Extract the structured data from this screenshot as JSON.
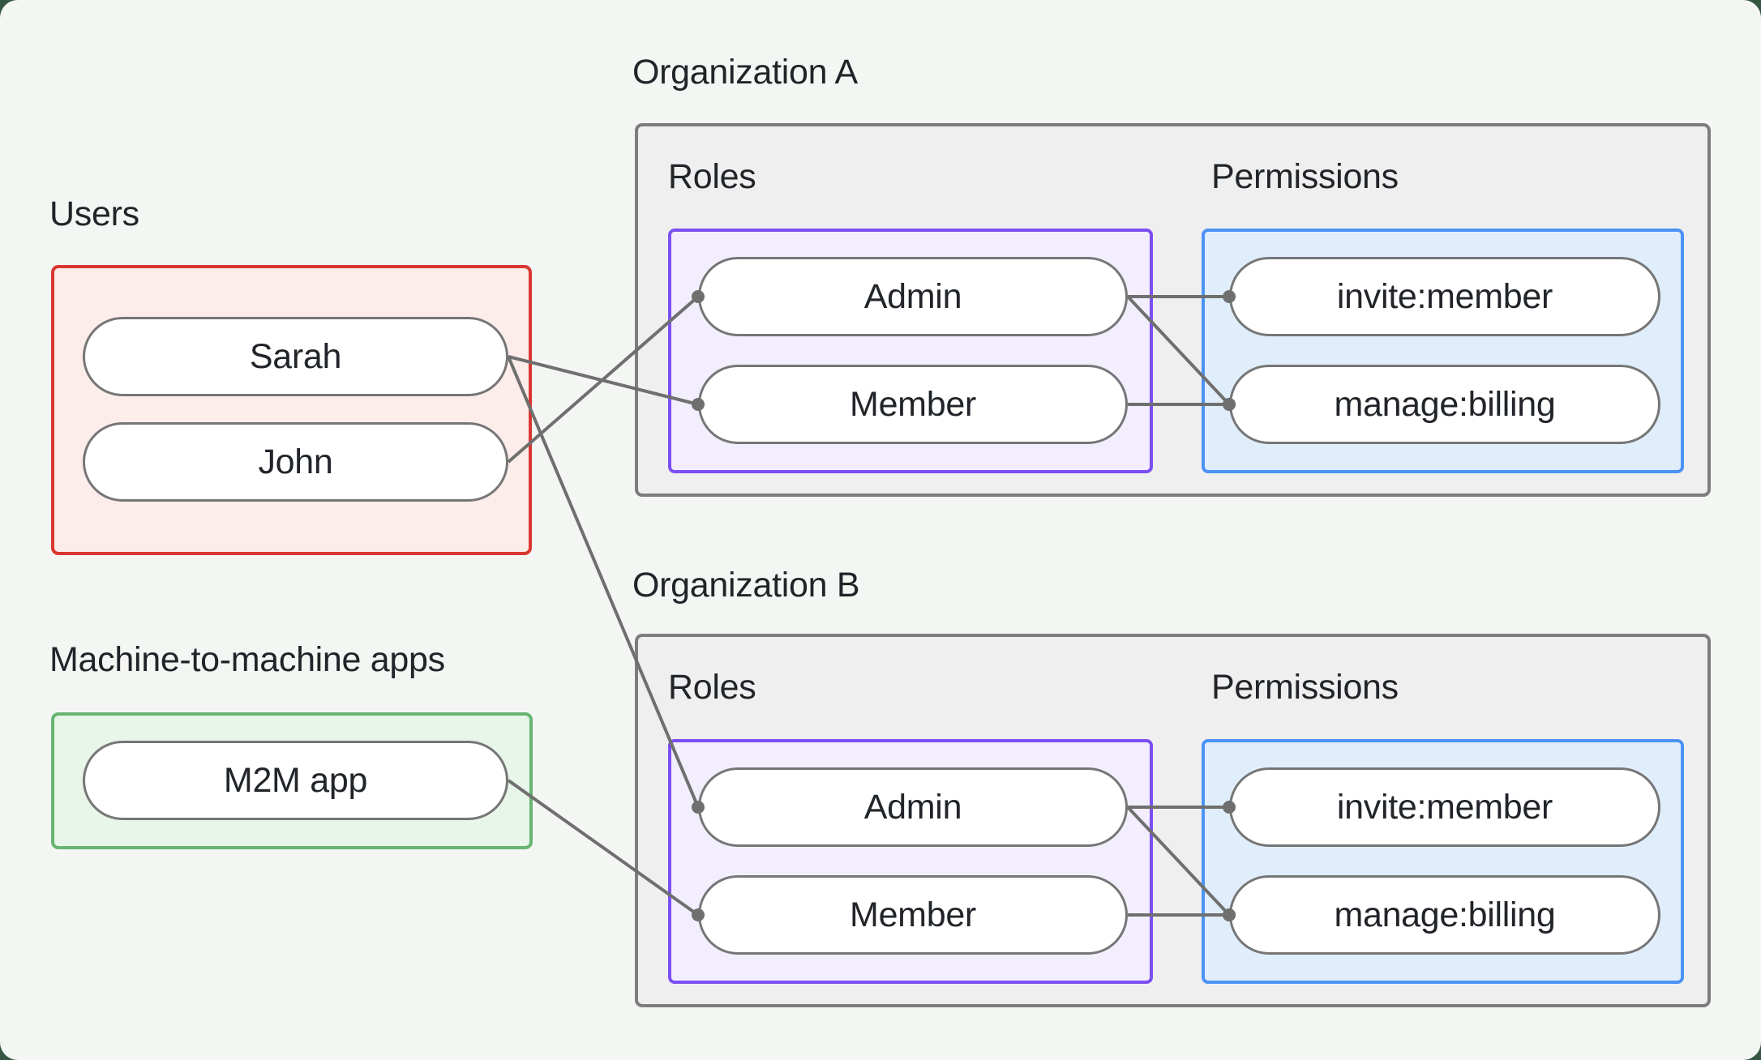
{
  "colors": {
    "page_background": "#355641",
    "canvas_background": "#f4f6f4",
    "users_border": "#d93831",
    "users_fill": "#fcecea",
    "m2m_border": "#67b572",
    "m2m_fill": "#e8f5e9",
    "org_border": "#7d7d7d",
    "org_fill": "#efefef",
    "roles_border": "#7c4ff2",
    "roles_fill": "#f3eefd",
    "permissions_border": "#4b93f5",
    "permissions_fill": "#e0eefb",
    "node_border": "#767676",
    "node_fill": "#ffffff",
    "edge": "#6f6f6f",
    "text": "#212529"
  },
  "groups": {
    "users": {
      "label": "Users",
      "items": [
        {
          "id": "sarah",
          "label": "Sarah"
        },
        {
          "id": "john",
          "label": "John"
        }
      ]
    },
    "m2m": {
      "label": "Machine-to-machine apps",
      "items": [
        {
          "id": "m2m-app",
          "label": "M2M app"
        }
      ]
    }
  },
  "organizations": [
    {
      "id": "orgA",
      "label": "Organization A",
      "roles_label": "Roles",
      "permissions_label": "Permissions",
      "roles": [
        {
          "id": "orgA-admin",
          "label": "Admin"
        },
        {
          "id": "orgA-member",
          "label": "Member"
        }
      ],
      "permissions": [
        {
          "id": "orgA-invite",
          "label": "invite:member"
        },
        {
          "id": "orgA-manage",
          "label": "manage:billing"
        }
      ]
    },
    {
      "id": "orgB",
      "label": "Organization B",
      "roles_label": "Roles",
      "permissions_label": "Permissions",
      "roles": [
        {
          "id": "orgB-admin",
          "label": "Admin"
        },
        {
          "id": "orgB-member",
          "label": "Member"
        }
      ],
      "permissions": [
        {
          "id": "orgB-invite",
          "label": "invite:member"
        },
        {
          "id": "orgB-manage",
          "label": "manage:billing"
        }
      ]
    }
  ],
  "edges": [
    {
      "from": "sarah",
      "to": "orgA-member"
    },
    {
      "from": "john",
      "to": "orgA-admin"
    },
    {
      "from": "sarah",
      "to": "orgB-admin"
    },
    {
      "from": "m2m-app",
      "to": "orgB-member"
    },
    {
      "from": "orgA-admin",
      "to": "orgA-invite"
    },
    {
      "from": "orgA-admin",
      "to": "orgA-manage"
    },
    {
      "from": "orgA-member",
      "to": "orgA-manage"
    },
    {
      "from": "orgB-admin",
      "to": "orgB-invite"
    },
    {
      "from": "orgB-admin",
      "to": "orgB-manage"
    },
    {
      "from": "orgB-member",
      "to": "orgB-manage"
    }
  ]
}
